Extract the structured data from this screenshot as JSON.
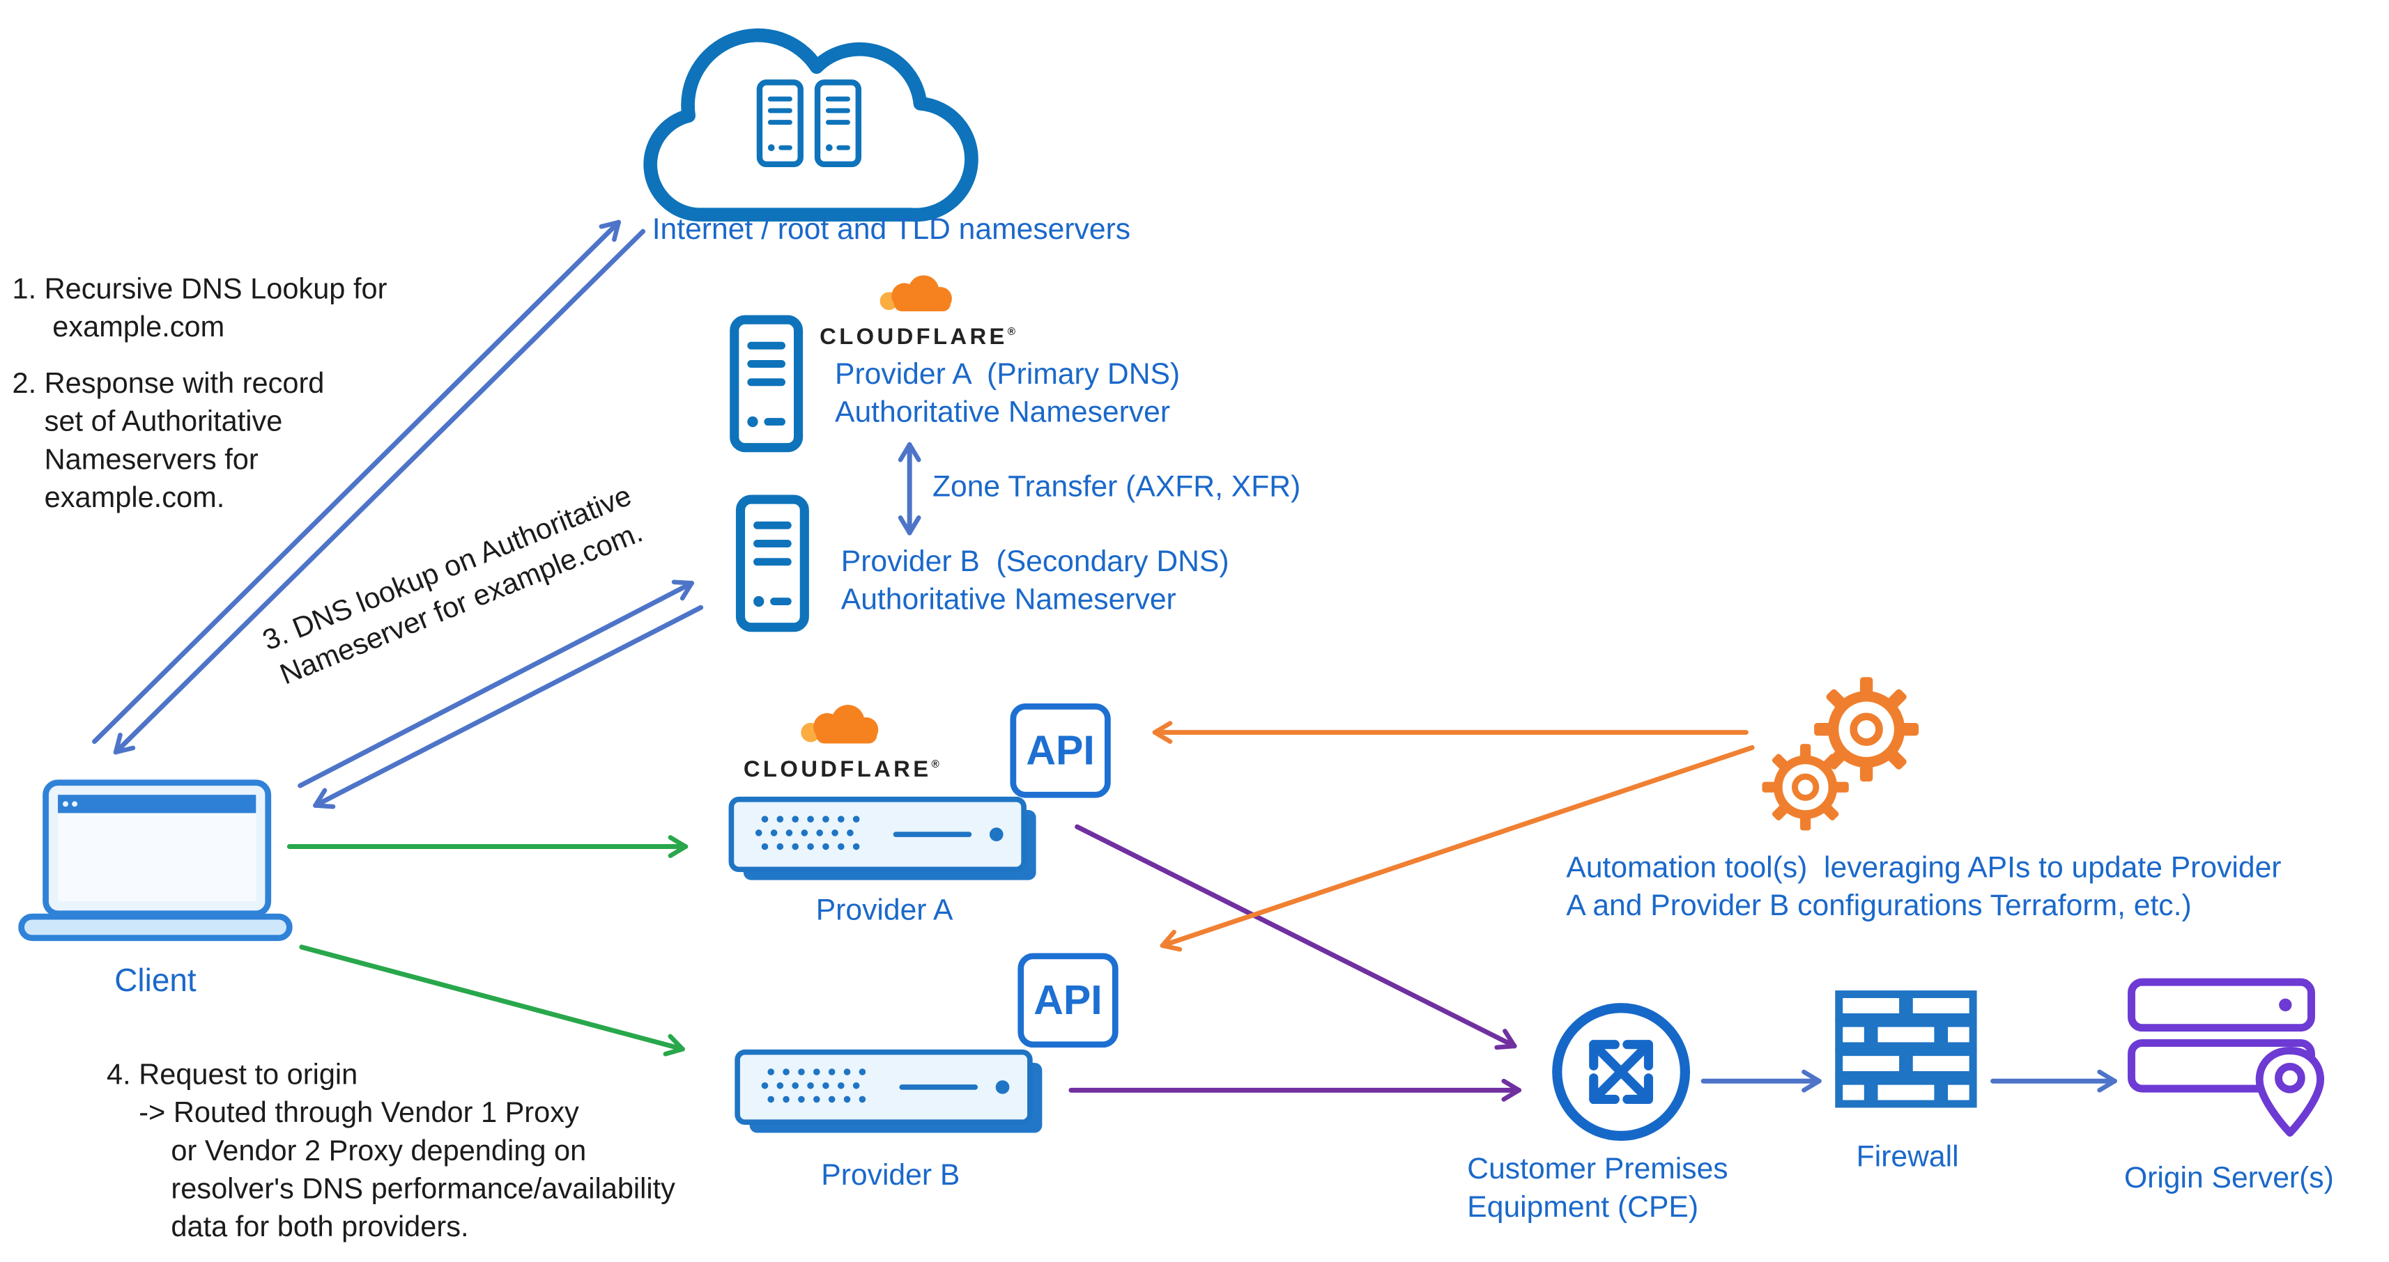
{
  "colors": {
    "blue_text": "#1a68ca",
    "icon_blue": "#0e73ba",
    "arrow_blue": "#4d74c8",
    "arrow_green": "#28a74b",
    "arrow_purple": "#7030a0",
    "arrow_orange": "#f08032",
    "origin_purple": "#6d3ad3",
    "cloudflare_orange": "#f6821f"
  },
  "cloud": {
    "label": "Internet / root and TLD nameservers"
  },
  "notes": {
    "step1": "1. Recursive DNS Lookup for\n     example.com",
    "step2": "2. Response with record\n    set of Authoritative\n    Nameservers for\n    example.com.",
    "step3": "3. DNS lookup on Authoritative\nNameserver for example.com.",
    "step4": "4. Request to origin\n    -> Routed through Vendor 1 Proxy\n        or Vendor 2 Proxy depending on\n        resolver's DNS performance/availability\n        data for both providers."
  },
  "brand": {
    "cloudflare": "CLOUDFLARE",
    "registered": "®"
  },
  "nameservers": {
    "provider_a": "Provider A  (Primary DNS)\nAuthoritative Nameserver",
    "provider_b": "Provider B  (Secondary DNS)\nAuthoritative Nameserver",
    "zone_transfer": "Zone Transfer (AXFR, XFR)"
  },
  "client": {
    "label": "Client"
  },
  "proxies": {
    "provider_a_label": "Provider A",
    "provider_b_label": "Provider B",
    "api_label": "API"
  },
  "automation": {
    "label": "Automation tool(s)  leveraging APIs to update Provider\nA and Provider B configurations Terraform, etc.)"
  },
  "edge": {
    "cpe": "Customer Premises\nEquipment (CPE)",
    "firewall": "Firewall",
    "origin": "Origin Server(s)"
  }
}
